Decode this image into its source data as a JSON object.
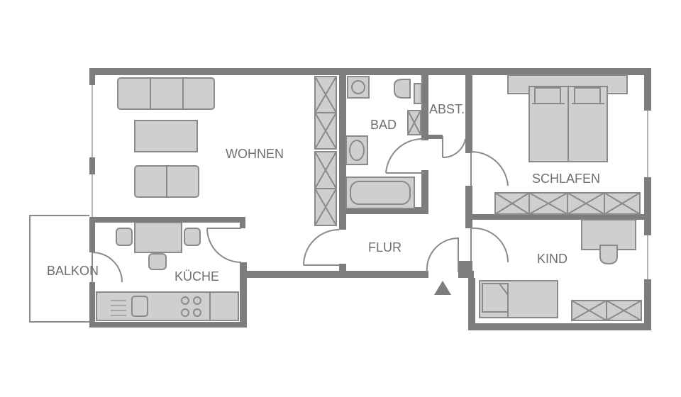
{
  "rooms": {
    "wohnen": "WOHNEN",
    "bad": "BAD",
    "abst": "ABST.",
    "schlafen": "SCHLAFEN",
    "flur": "FLUR",
    "kind": "KIND",
    "balkon": "BALKON",
    "kueche": "KÜCHE"
  },
  "colors": {
    "wall": "#7d7d7d",
    "furniture": "#cfcfcf",
    "label": "#6f6f6f",
    "background": "#ffffff"
  },
  "icons": {
    "entrance": "entrance-arrow-icon"
  }
}
